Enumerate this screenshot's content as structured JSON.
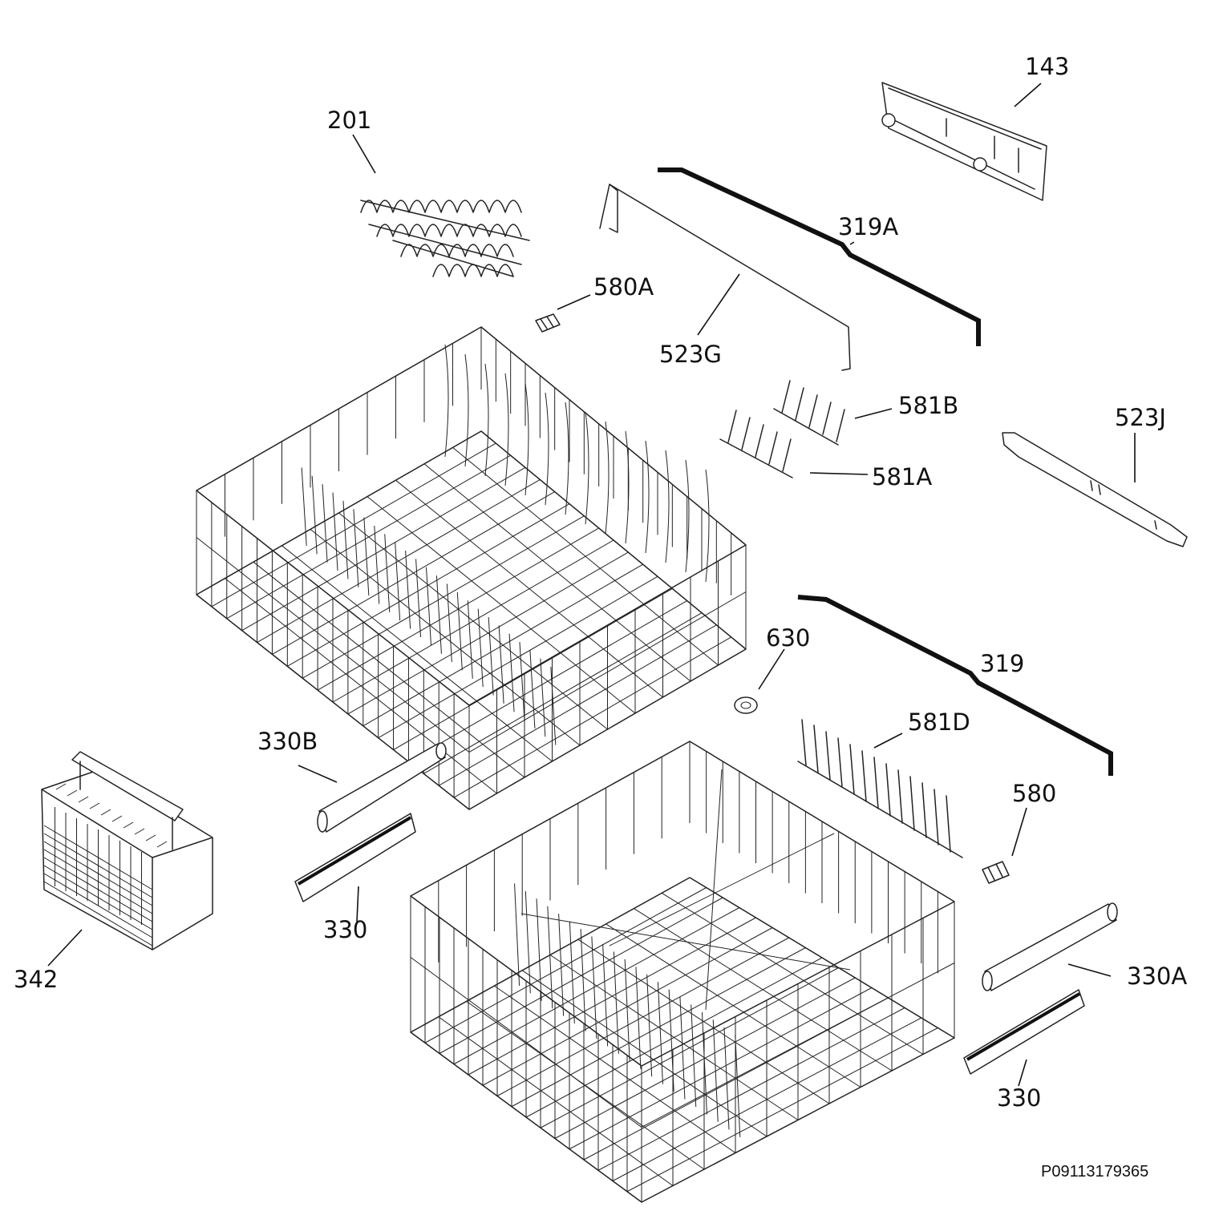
{
  "parts": {
    "p143": "143",
    "p201": "201",
    "p319A": "319A",
    "p580A": "580A",
    "p523G": "523G",
    "p581B": "581B",
    "p523J": "523J",
    "p581A": "581A",
    "p630": "630",
    "p319": "319",
    "p581D": "581D",
    "p330B": "330B",
    "p580": "580",
    "p330a": "330",
    "p342": "342",
    "p330A": "330A",
    "p330b": "330"
  },
  "drawing_code": "P09113179365"
}
